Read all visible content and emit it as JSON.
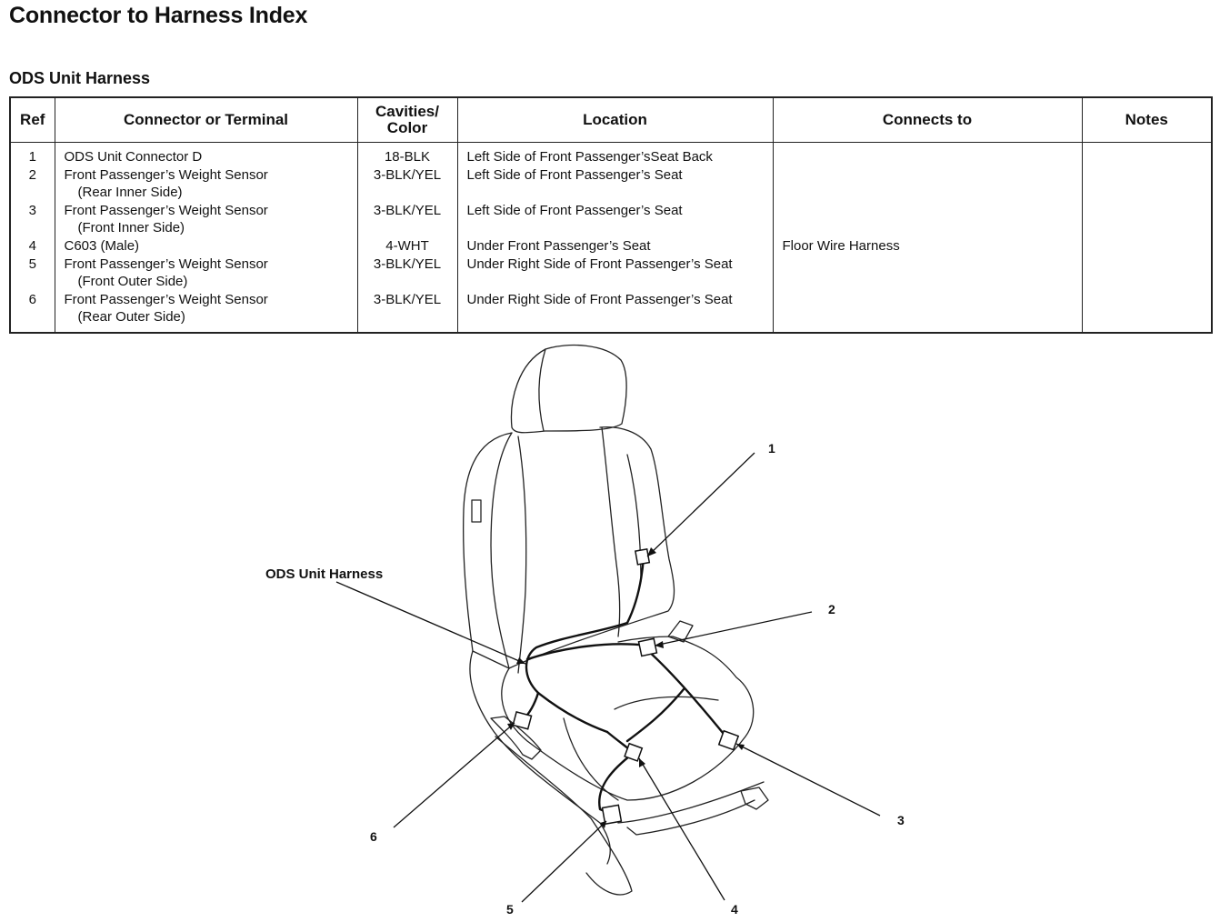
{
  "page_title": "Connector to Harness Index",
  "section_title": "ODS Unit Harness",
  "table": {
    "headers": {
      "ref": "Ref",
      "connector": "Connector or Terminal",
      "cavities_line1": "Cavities/",
      "cavities_line2": "Color",
      "location": "Location",
      "connects_to": "Connects to",
      "notes": "Notes"
    },
    "rows": [
      {
        "ref": "1",
        "connector": "ODS Unit Connector D",
        "connector_sub": "",
        "cavities": "18-BLK",
        "location": "Left Side of Front Passenger’sSeat Back",
        "connects_to": "",
        "notes": ""
      },
      {
        "ref": "2",
        "connector": "Front Passenger’s Weight Sensor",
        "connector_sub": "(Rear Inner Side)",
        "cavities": "3-BLK/YEL",
        "location": "Left Side of Front Passenger’s Seat",
        "connects_to": "",
        "notes": ""
      },
      {
        "ref": "3",
        "connector": "Front Passenger’s Weight Sensor",
        "connector_sub": "(Front Inner Side)",
        "cavities": "3-BLK/YEL",
        "location": "Left Side of Front Passenger’s Seat",
        "connects_to": "",
        "notes": ""
      },
      {
        "ref": "4",
        "connector": "C603 (Male)",
        "connector_sub": "",
        "cavities": "4-WHT",
        "location": "Under Front Passenger’s Seat",
        "connects_to": "Floor Wire Harness",
        "notes": ""
      },
      {
        "ref": "5",
        "connector": "Front Passenger’s Weight Sensor",
        "connector_sub": "(Front Outer Side)",
        "cavities": "3-BLK/YEL",
        "location": "Under Right Side of Front Passenger’s Seat",
        "connects_to": "",
        "notes": ""
      },
      {
        "ref": "6",
        "connector": "Front Passenger’s Weight Sensor",
        "connector_sub": "(Rear Outer Side)",
        "cavities": "3-BLK/YEL",
        "location": "Under Right Side of Front Passenger’s Seat",
        "connects_to": "",
        "notes": ""
      }
    ]
  },
  "diagram": {
    "harness_label": "ODS Unit Harness",
    "callouts": [
      "1",
      "2",
      "3",
      "4",
      "5",
      "6"
    ]
  }
}
